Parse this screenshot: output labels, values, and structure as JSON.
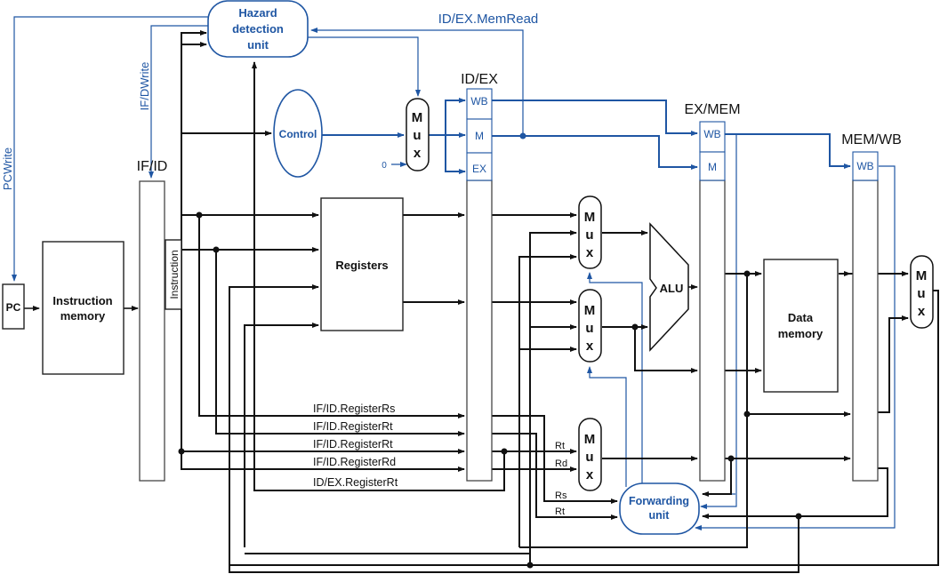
{
  "diagram": {
    "title": "Pipelined datapath with hazard detection and forwarding",
    "units": {
      "hazard_detection": [
        "Hazard",
        "detection",
        "unit"
      ],
      "control": "Control",
      "pc": "PC",
      "instruction_memory": [
        "Instruction",
        "memory"
      ],
      "registers": "Registers",
      "alu": "ALU",
      "data_memory": [
        "Data",
        "memory"
      ],
      "forwarding": [
        "Forwarding",
        "unit"
      ],
      "mux": [
        "M",
        "u",
        "x"
      ]
    },
    "pipeline_registers": {
      "if_id": "IF/ID",
      "id_ex": "ID/EX",
      "ex_mem": "EX/MEM",
      "mem_wb": "MEM/WB"
    },
    "control_fields": {
      "wb": "WB",
      "m": "M",
      "ex": "EX"
    },
    "signals": {
      "pc_write": "PCWrite",
      "if_id_write": "IF/DWrite",
      "id_ex_memread": "ID/EX.MemRead",
      "instruction": "Instruction",
      "zero": "0",
      "if_id_rs": "IF/ID.RegisterRs",
      "if_id_rt_1": "IF/ID.RegisterRt",
      "if_id_rt_2": "IF/ID.RegisterRt",
      "if_id_rd": "IF/ID.RegisterRd",
      "id_ex_rt": "ID/EX.RegisterRt",
      "rt_mux": "Rt",
      "rd_mux": "Rd",
      "rs_fwd": "Rs",
      "rt_fwd": "Rt"
    },
    "colors": {
      "control_path": "#1f56a3",
      "data_path": "#111111"
    }
  }
}
